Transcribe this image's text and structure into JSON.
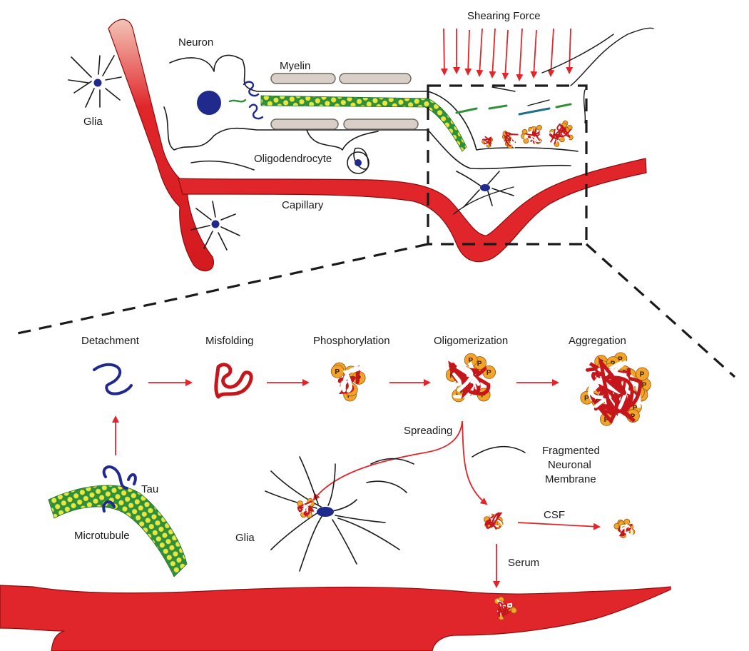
{
  "labels": {
    "glia_top": "Glia",
    "neuron": "Neuron",
    "myelin": "Myelin",
    "oligodendrocyte": "Oligodendrocyte",
    "capillary": "Capillary",
    "shearing_force": "Shearing Force",
    "detachment": "Detachment",
    "misfolding": "Misfolding",
    "phosphorylation": "Phosphorylation",
    "oligomerization": "Oligomerization",
    "aggregation": "Aggregation",
    "spreading": "Spreading",
    "fragmented_1": "Fragmented",
    "fragmented_2": "Neuronal",
    "fragmented_3": "Membrane",
    "tau": "Tau",
    "microtubule": "Microtubule",
    "glia_bottom": "Glia",
    "csf": "CSF",
    "serum": "Serum"
  },
  "phospho_mark": "P",
  "colors": {
    "vessel_red": "#e0262a",
    "arrow_red": "#e0262a",
    "tau_blue": "#1f2a8c",
    "nucleus_blue": "#1f2a8c",
    "phospho_orange": "#f2a42a",
    "microtubule_green": "#2f8f3a",
    "microtubule_yellow": "#e9e640",
    "myelin_beige": "#d8d0c8"
  }
}
